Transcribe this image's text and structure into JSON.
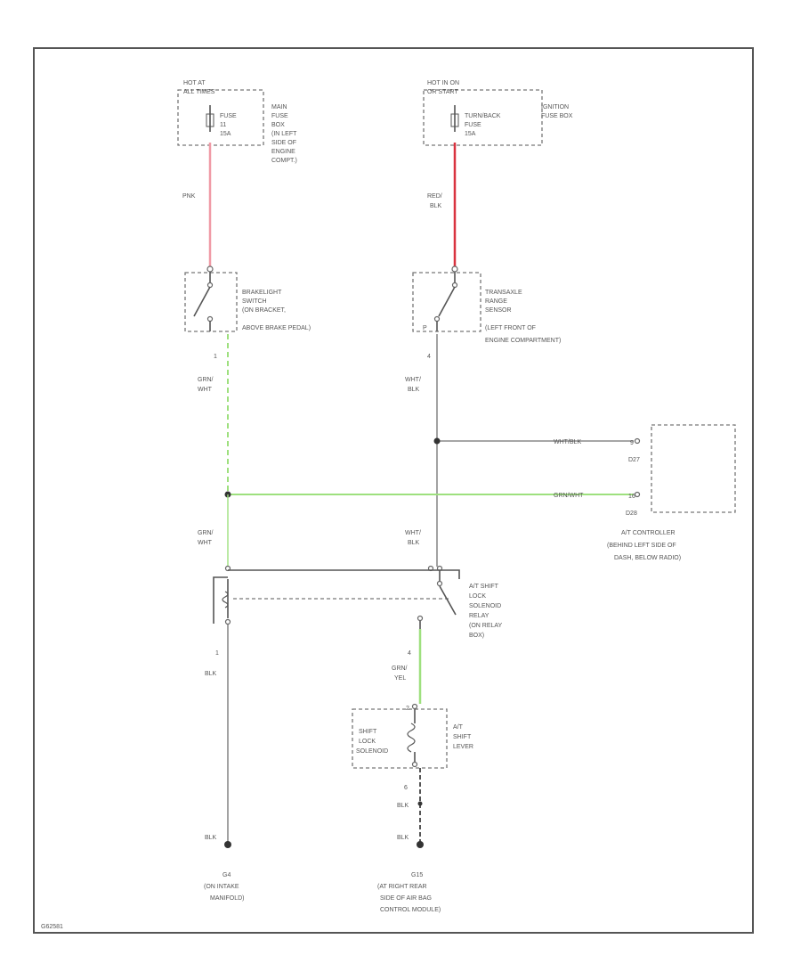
{
  "colors": {
    "pink_wire": "#f09aa6",
    "red_wire": "#d9323f",
    "green_wire": "#9ee07e",
    "gray_wire": "#8a8a8a",
    "frame": "#555555"
  },
  "fuses": {
    "left": {
      "hot_label": [
        "HOT AT",
        "ALL TIMES"
      ],
      "fuse_label": [
        "FUSE",
        "11",
        "15A"
      ],
      "box_label": [
        "MAIN",
        "FUSE",
        "BOX",
        "(IN LEFT",
        "SIDE OF",
        "ENGINE",
        "COMPT.)"
      ]
    },
    "right": {
      "hot_label": [
        "HOT IN ON",
        "OR START"
      ],
      "fuse_label": [
        "TURN/BACK",
        "FUSE",
        "15A"
      ],
      "box_label": [
        "IGNITION",
        "FUSE BOX"
      ]
    }
  },
  "switches": {
    "brakelight": [
      "BRAKELIGHT",
      "SWITCH",
      "(ON BRACKET,",
      "ABOVE BRAKE PEDAL)"
    ],
    "transaxle": [
      "TRANSAXLE",
      "RANGE",
      "SENSOR",
      "(LEFT FRONT OF",
      "ENGINE COMPARTMENT)"
    ],
    "brakelight_pin": "1",
    "transaxle_pin": "4",
    "transaxle_pin_p": "P"
  },
  "wires": {
    "pink": "PNK",
    "red_blk": [
      "RED/",
      "BLK"
    ],
    "grn_wht_upper": [
      "GRN/",
      "WHT"
    ],
    "wht_blk_upper": [
      "WHT/",
      "BLK"
    ],
    "grn_wht_lower": [
      "GRN/",
      "WHT"
    ],
    "wht_blk_lower": [
      "WHT/",
      "BLK"
    ],
    "wht_blk_horizontal": "WHT/BLK",
    "grn_wht_horizontal": "GRN/WHT",
    "blk_left": "BLK",
    "grn_yel": [
      "GRN/",
      "YEL"
    ],
    "blk_right_upper": "BLK",
    "blk_right_lower": "BLK",
    "blk_left_ground": "BLK"
  },
  "controller": {
    "pin_d27": "D27",
    "pin_d28": "D28",
    "pin_9": "9",
    "pin_16": "16",
    "label": [
      "A/T CONTROLLER",
      "(BEHIND LEFT SIDE OF",
      "DASH, BELOW RADIO)"
    ]
  },
  "relay": {
    "label": [
      "A/T SHIFT",
      "LOCK",
      "SOLENOID",
      "RELAY",
      "(ON RELAY",
      "BOX)"
    ],
    "pin_left": "1",
    "pin_bottom": "4"
  },
  "solenoid": {
    "box_label": [
      "SHIFT",
      "LOCK",
      "SOLENOID"
    ],
    "lever_label": [
      "A/T",
      "SHIFT",
      "LEVER"
    ],
    "pin_top": "2",
    "pin_bottom": "6"
  },
  "grounds": {
    "g4": [
      "G4",
      "(ON INTAKE",
      "MANIFOLD)"
    ],
    "g15": [
      "G15",
      "(AT RIGHT REAR",
      "SIDE OF AIR BAG",
      "CONTROL MODULE)"
    ]
  },
  "footer_code": "G62581"
}
